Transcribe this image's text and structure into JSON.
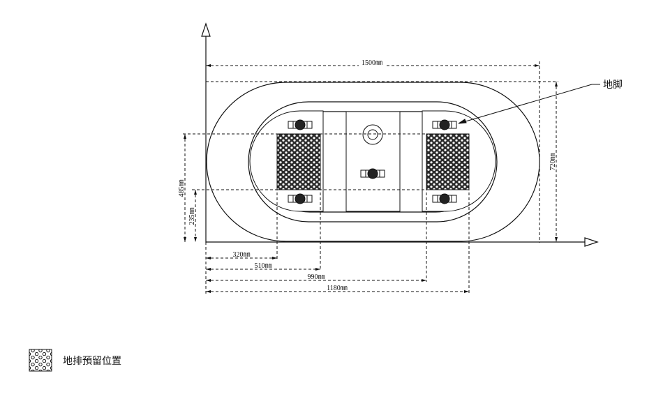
{
  "dimensions": {
    "overall_length": "1500㎜",
    "overall_width": "720㎜",
    "drain_top": "485㎜",
    "drain_bottom": "235㎜",
    "drain_left_inner": "320㎜",
    "drain_left_outer": "510㎜",
    "drain_right_inner": "990㎜",
    "drain_right_outer": "1180㎜"
  },
  "callout": {
    "foot_label": "地脚"
  },
  "legend": {
    "drain_reserved_label": "地排預留位置"
  },
  "colors": {
    "line": "#111111",
    "background": "#ffffff"
  }
}
